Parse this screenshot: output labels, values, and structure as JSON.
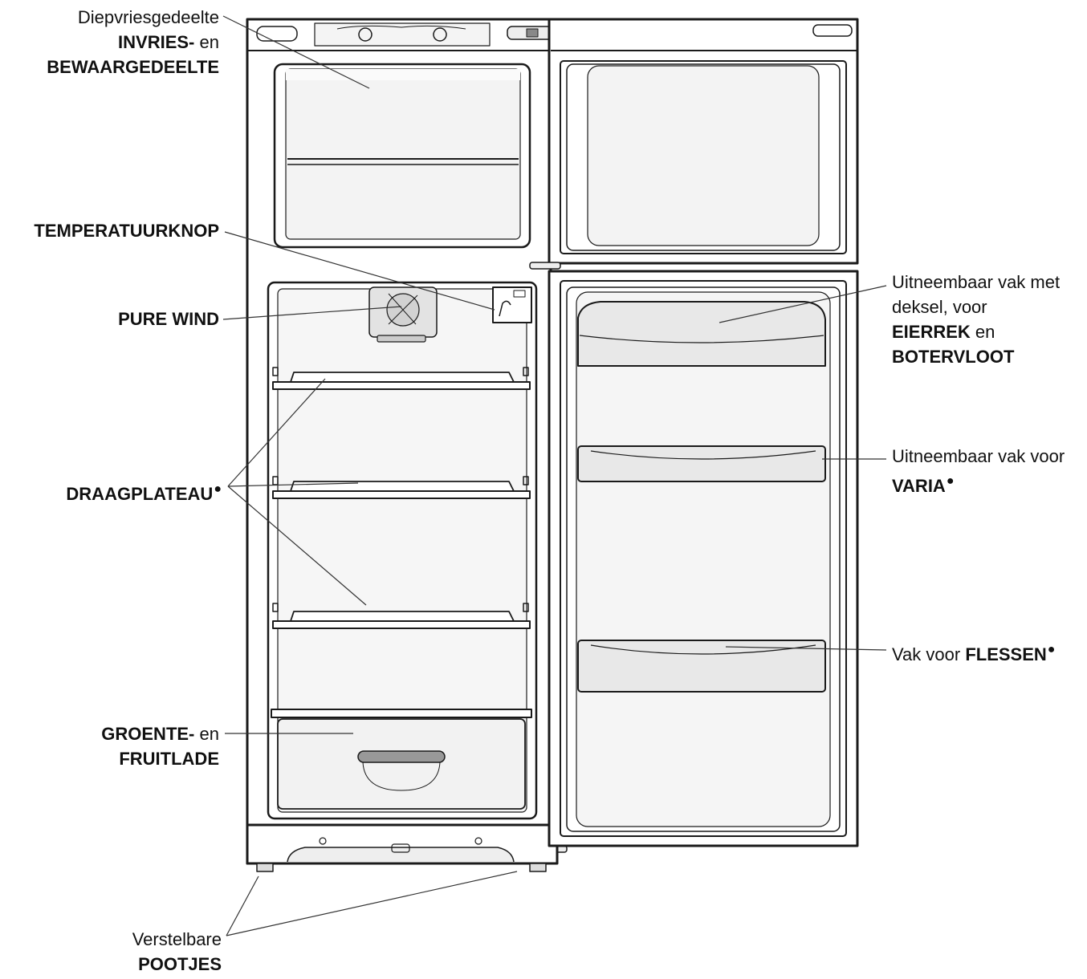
{
  "labels": {
    "freezer_line1": "Diepvriesgedeelte",
    "freezer_bold1": "INVRIES-",
    "freezer_en": "en",
    "freezer_bold2": "BEWAARGEDEELTE",
    "temp_knob": "TEMPERATUURKNOP",
    "pure_wind": "PURE WIND",
    "shelf": "DRAAGPLATEAU",
    "shelf_dot": "●",
    "crisper_bold1": "GROENTE-",
    "crisper_en": "en",
    "crisper_bold2": "FRUITLADE",
    "feet_line1": "Verstelbare",
    "feet_bold": "POOTJES",
    "egg_line1": "Uitneembaar vak met",
    "egg_line2": "deksel, voor",
    "egg_bold1": "EIERREK",
    "egg_en": "en",
    "egg_bold2": "BOTERVLOOT",
    "varia_line1": "Uitneembaar vak voor",
    "varia_bold": "VARIA",
    "varia_dot": "●",
    "bottles_prefix": "Vak voor",
    "bottles_bold": "FLESSEN",
    "bottles_dot": "●"
  }
}
